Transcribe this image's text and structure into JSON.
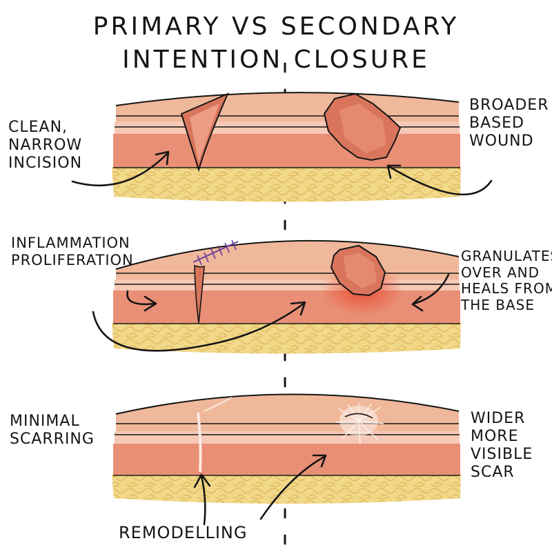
{
  "title": {
    "line1": "PRIMARY VS SECONDARY",
    "line2": "INTENTION CLOSURE"
  },
  "panels": {
    "top": {
      "left_label": [
        "CLEAN,",
        "NARROW",
        "INCISION"
      ],
      "right_label": [
        "BROADER",
        "BASED",
        "WOUND"
      ]
    },
    "middle": {
      "left_label": [
        "INFLAMMATION",
        "PROLIFERATION"
      ],
      "right_label": [
        "GRANULATES",
        "OVER AND",
        "HEALS FROM",
        "THE BASE"
      ]
    },
    "bottom": {
      "left_label": [
        "MINIMAL",
        "SCARRING"
      ],
      "center_label": "REMODELLING",
      "right_label": [
        "WIDER",
        "MORE",
        "VISIBLE",
        "SCAR"
      ]
    }
  },
  "colors": {
    "epidermis": "#f0b89a",
    "dermis_light": "#f5c9b6",
    "dermis": "#e98f76",
    "fat": "#f2d889",
    "wound_bed": "#d9755c",
    "suture": "#6a3d9a",
    "ink": "#141414"
  }
}
